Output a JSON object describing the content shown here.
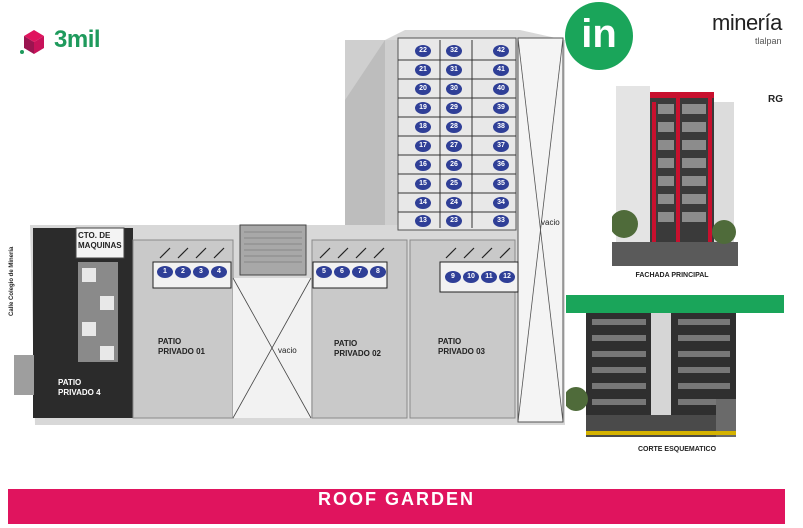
{
  "header": {
    "logo_text": "3mil",
    "in_logo": "in",
    "brand": "minería",
    "brand_sub": "tlalpan",
    "rg": "RG"
  },
  "plan": {
    "street_label": "Calle Colegio de Minería",
    "machine_room": "CTO. DE\nMAQUINAS",
    "patios": [
      "PATIO\nPRIVADO 01",
      "PATIO\nPRIVADO 02",
      "PATIO\nPRIVADO 03",
      "PATIO\nPRIVADO 4"
    ],
    "vacio_labels": [
      "vacio",
      "vacio"
    ],
    "units_col1": [
      "22",
      "21",
      "20",
      "19",
      "18",
      "17",
      "16",
      "15",
      "14",
      "13"
    ],
    "units_col2": [
      "32",
      "31",
      "30",
      "29",
      "28",
      "27",
      "26",
      "25",
      "24",
      "23"
    ],
    "units_col3": [
      "42",
      "41",
      "40",
      "39",
      "38",
      "37",
      "36",
      "35",
      "34",
      "33"
    ],
    "units_row_a": [
      "1",
      "2",
      "3",
      "4"
    ],
    "units_row_b": [
      "5",
      "6",
      "7",
      "8"
    ],
    "units_row_c": [
      "9",
      "10",
      "11",
      "12"
    ]
  },
  "captions": {
    "fachada": "FACHADA PRINCIPAL",
    "corte": "CORTE ESQUEMATICO"
  },
  "footer": {
    "title": "ROOF GARDEN"
  },
  "colors": {
    "brand_green": "#1aa55a",
    "footer_pink": "#e0145e",
    "unit_blue": "#2f3f97"
  }
}
